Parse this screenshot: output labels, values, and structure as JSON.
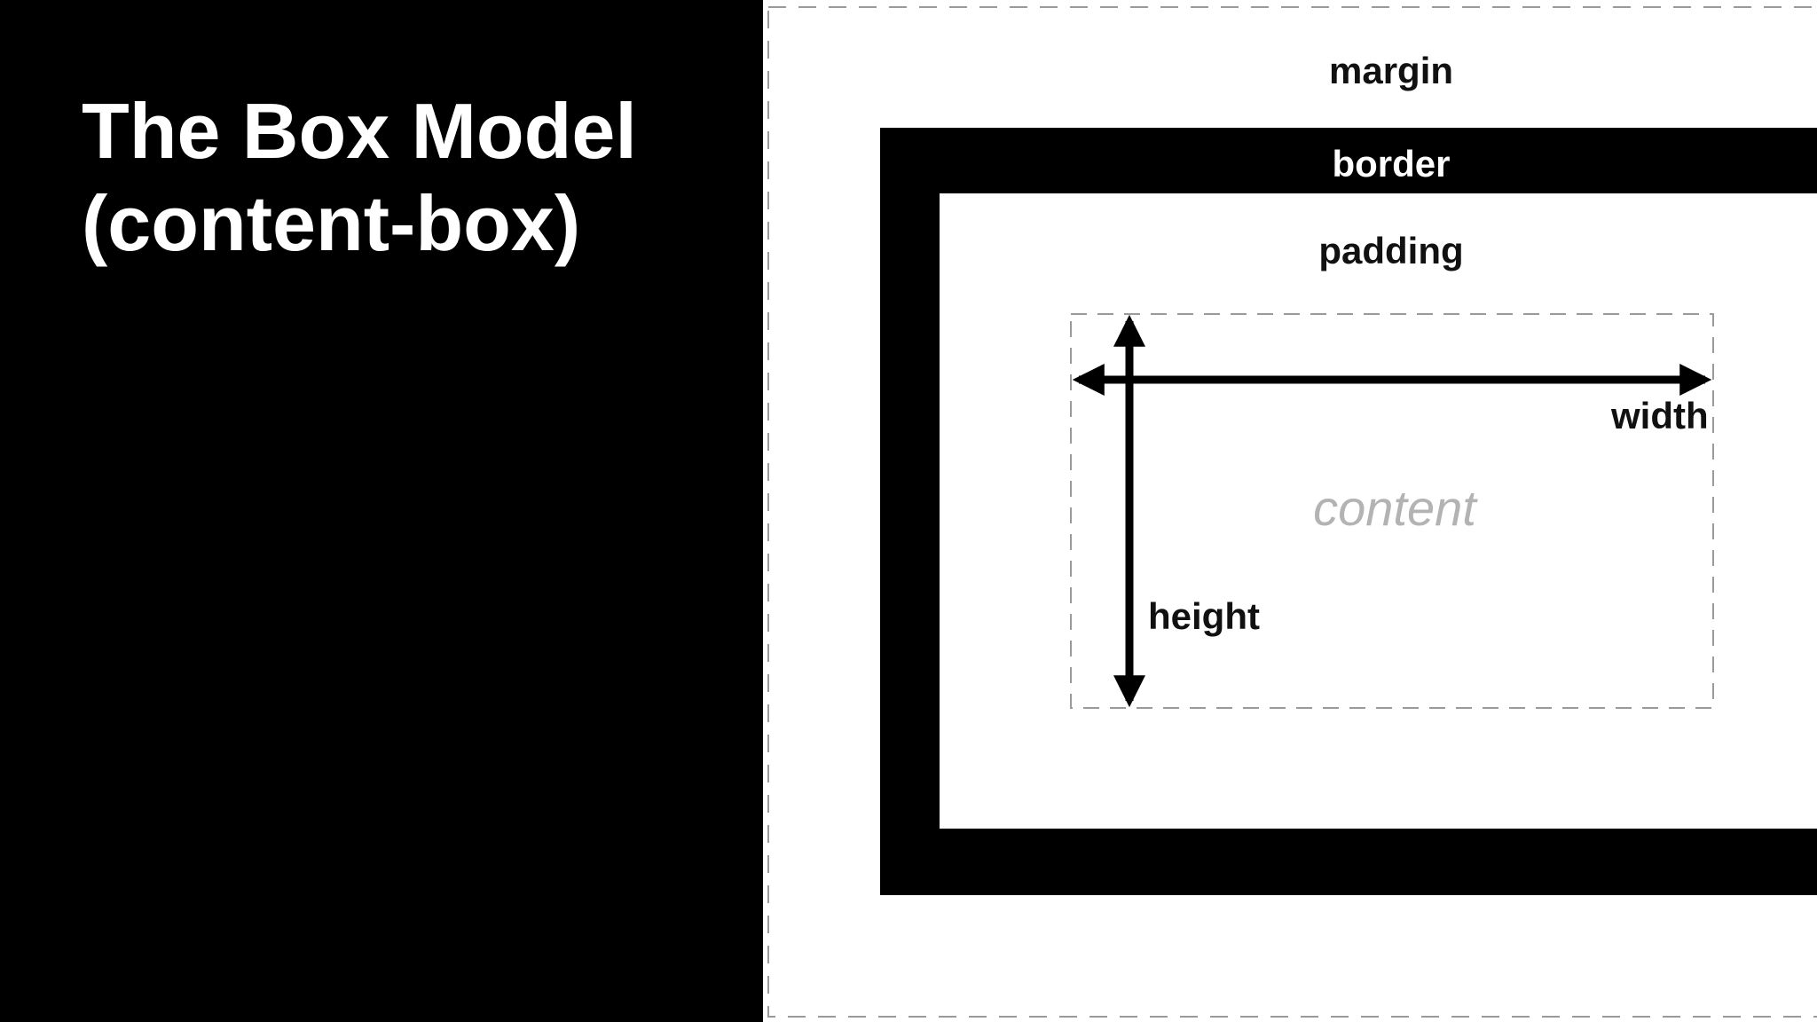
{
  "title": {
    "line1": "The Box Model",
    "line2": "(content-box)"
  },
  "diagram": {
    "margin_label": "margin",
    "border_label": "border",
    "padding_label": "padding",
    "content_label": "content",
    "width_label": "width",
    "height_label": "height"
  },
  "colors": {
    "slide_background": "#000000",
    "title_text": "#ffffff",
    "diagram_background": "#ffffff",
    "border_fill": "#000000",
    "content_text": "#b3b3b3",
    "dashed_outline": "#9a9a9a"
  }
}
